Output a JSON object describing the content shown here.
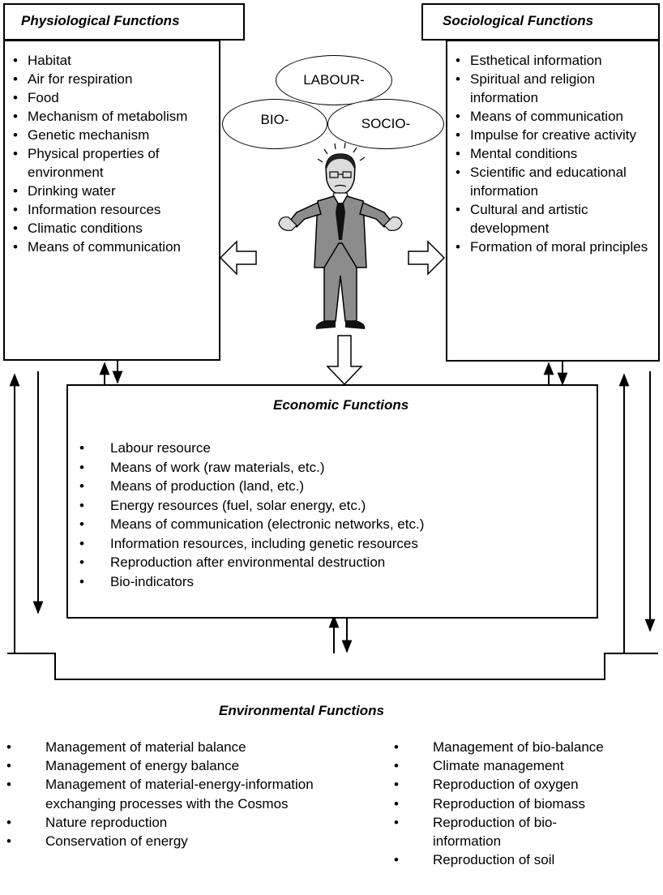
{
  "physiological": {
    "title": "Physiological Functions",
    "items": [
      "Habitat",
      "Air for respiration",
      "Food",
      "Mechanism of metabolism",
      "Genetic mechanism",
      "Physical properties of environment",
      "Drinking water",
      "Information resources",
      "Climatic conditions",
      "Means of communication"
    ]
  },
  "sociological": {
    "title": "Sociological Functions",
    "items": [
      "Esthetical information",
      "Spiritual and religion information",
      "Means of communication",
      "Impulse for creative activity",
      "Mental conditions",
      "Scientific and educational information",
      "Cultural and artistic development",
      "Formation of moral principles"
    ]
  },
  "ellipses": {
    "labour": "LABOUR-",
    "bio": "BIO-",
    "socio": "SOCIO-"
  },
  "economic": {
    "title": "Economic Functions",
    "items": [
      "Labour resource",
      "Means of work (raw materials, etc.)",
      "Means of production (land, etc.)",
      "Energy resources (fuel, solar energy, etc.)",
      "Means of communication (electronic networks, etc.)",
      "Information resources, including genetic resources",
      "Reproduction after environmental destruction",
      "Bio-indicators"
    ]
  },
  "environmental": {
    "title": "Environmental Functions",
    "left_items": [
      "Management of material balance",
      "Management of energy balance",
      "Management of material-energy-information exchanging processes with the Cosmos",
      "Nature reproduction",
      "Conservation of energy"
    ],
    "right_items": [
      "Management of bio-balance",
      "Climate management",
      "Reproduction of oxygen",
      "Reproduction of biomass",
      "Reproduction of bio-information",
      "Reproduction of soil"
    ]
  }
}
